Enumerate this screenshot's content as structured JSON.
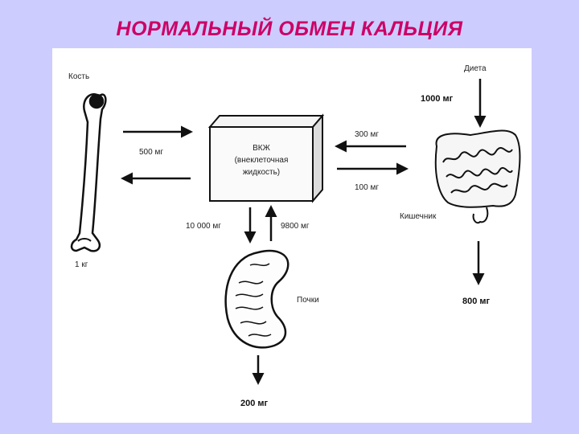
{
  "title": "НОРМАЛЬНЫЙ ОБМЕН КАЛЬЦИЯ",
  "diagram": {
    "bone": {
      "label": "Кость",
      "mass": "1 кг"
    },
    "ecf": {
      "line1": "ВКЖ",
      "line2": "(внеклеточная",
      "line3": "жидкость)"
    },
    "diet": {
      "label": "Диета",
      "intake": "1000 мг"
    },
    "intestine": {
      "label": "Кишечник"
    },
    "kidney": {
      "label": "Почки"
    },
    "flows": {
      "bone_to_ecf": "500 мг",
      "intestine_to_ecf": "300 мг",
      "ecf_to_intestine": "100 мг",
      "ecf_to_kidney": "10 000 мг",
      "kidney_to_ecf": "9800 мг",
      "fecal_loss": "800 мг",
      "urine_loss": "200 мг"
    }
  }
}
